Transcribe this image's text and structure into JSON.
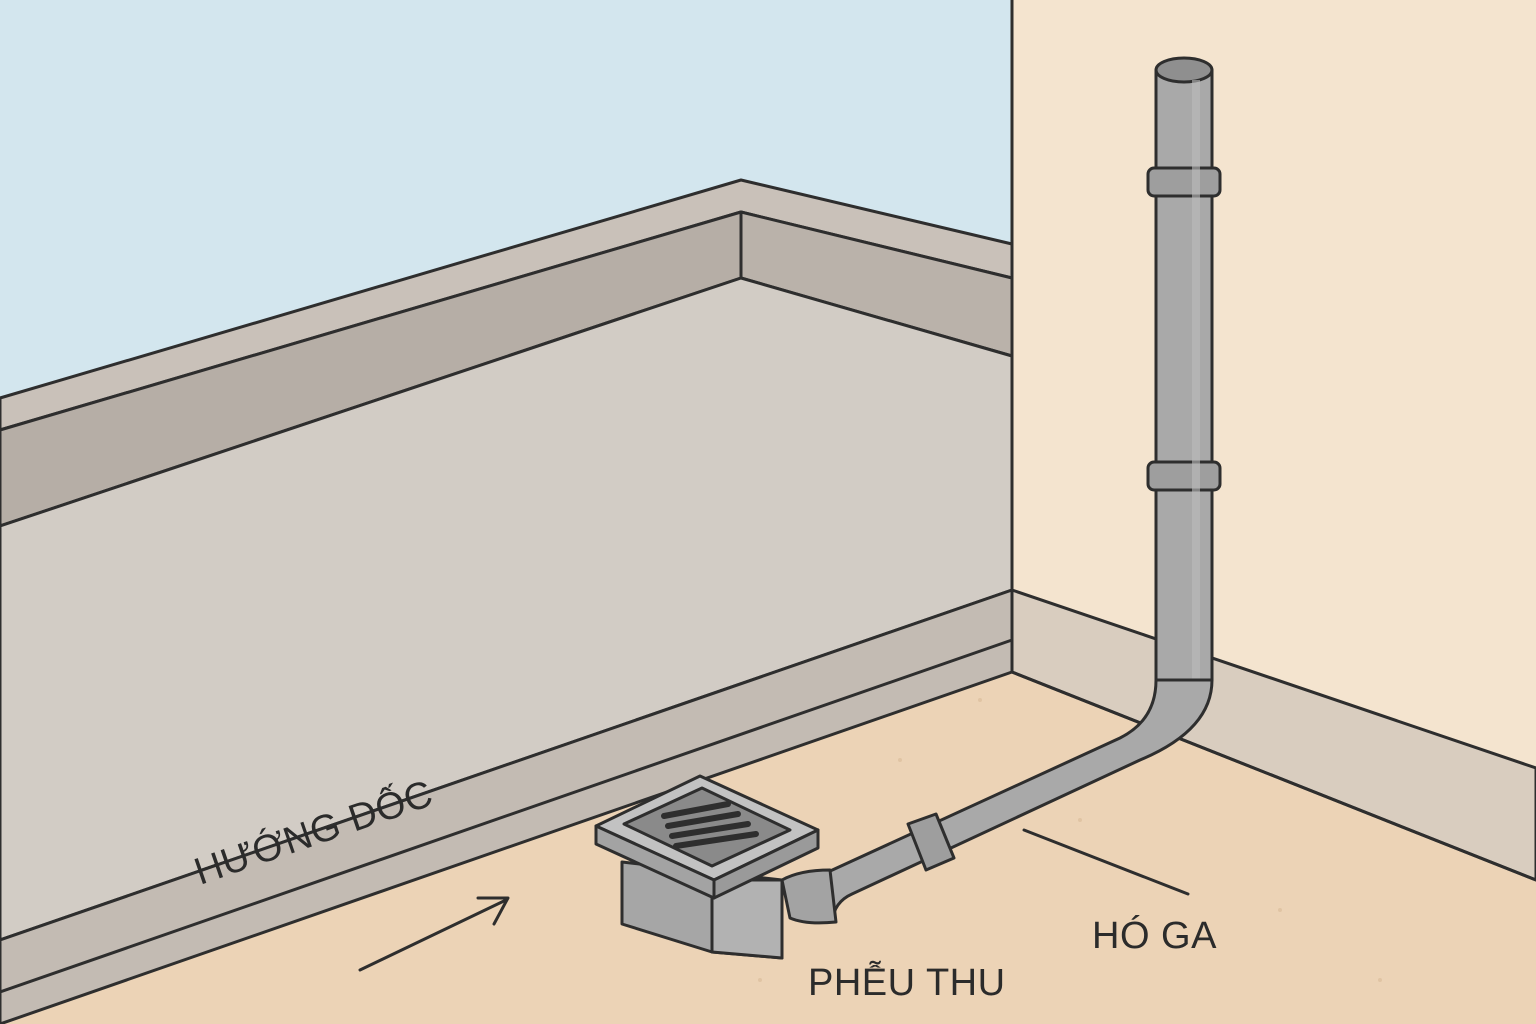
{
  "labels": {
    "slope_direction": "HƯỚNG DỐC",
    "floor_drain": "PHỄU THU",
    "manhole": "HÓ GA"
  },
  "icons": {
    "slope_arrow": "arrow-up-right-icon"
  },
  "colors": {
    "sky": "#d3e6ee",
    "right_wall": "#f4e4cf",
    "parapet_face": "#d2ccc5",
    "parapet_top": "#b9b1a9",
    "parapet_side": "#c7bfb7",
    "floor": "#ecd3b6",
    "pipe": "#a9a9a9",
    "outline": "#2e2e2e"
  }
}
